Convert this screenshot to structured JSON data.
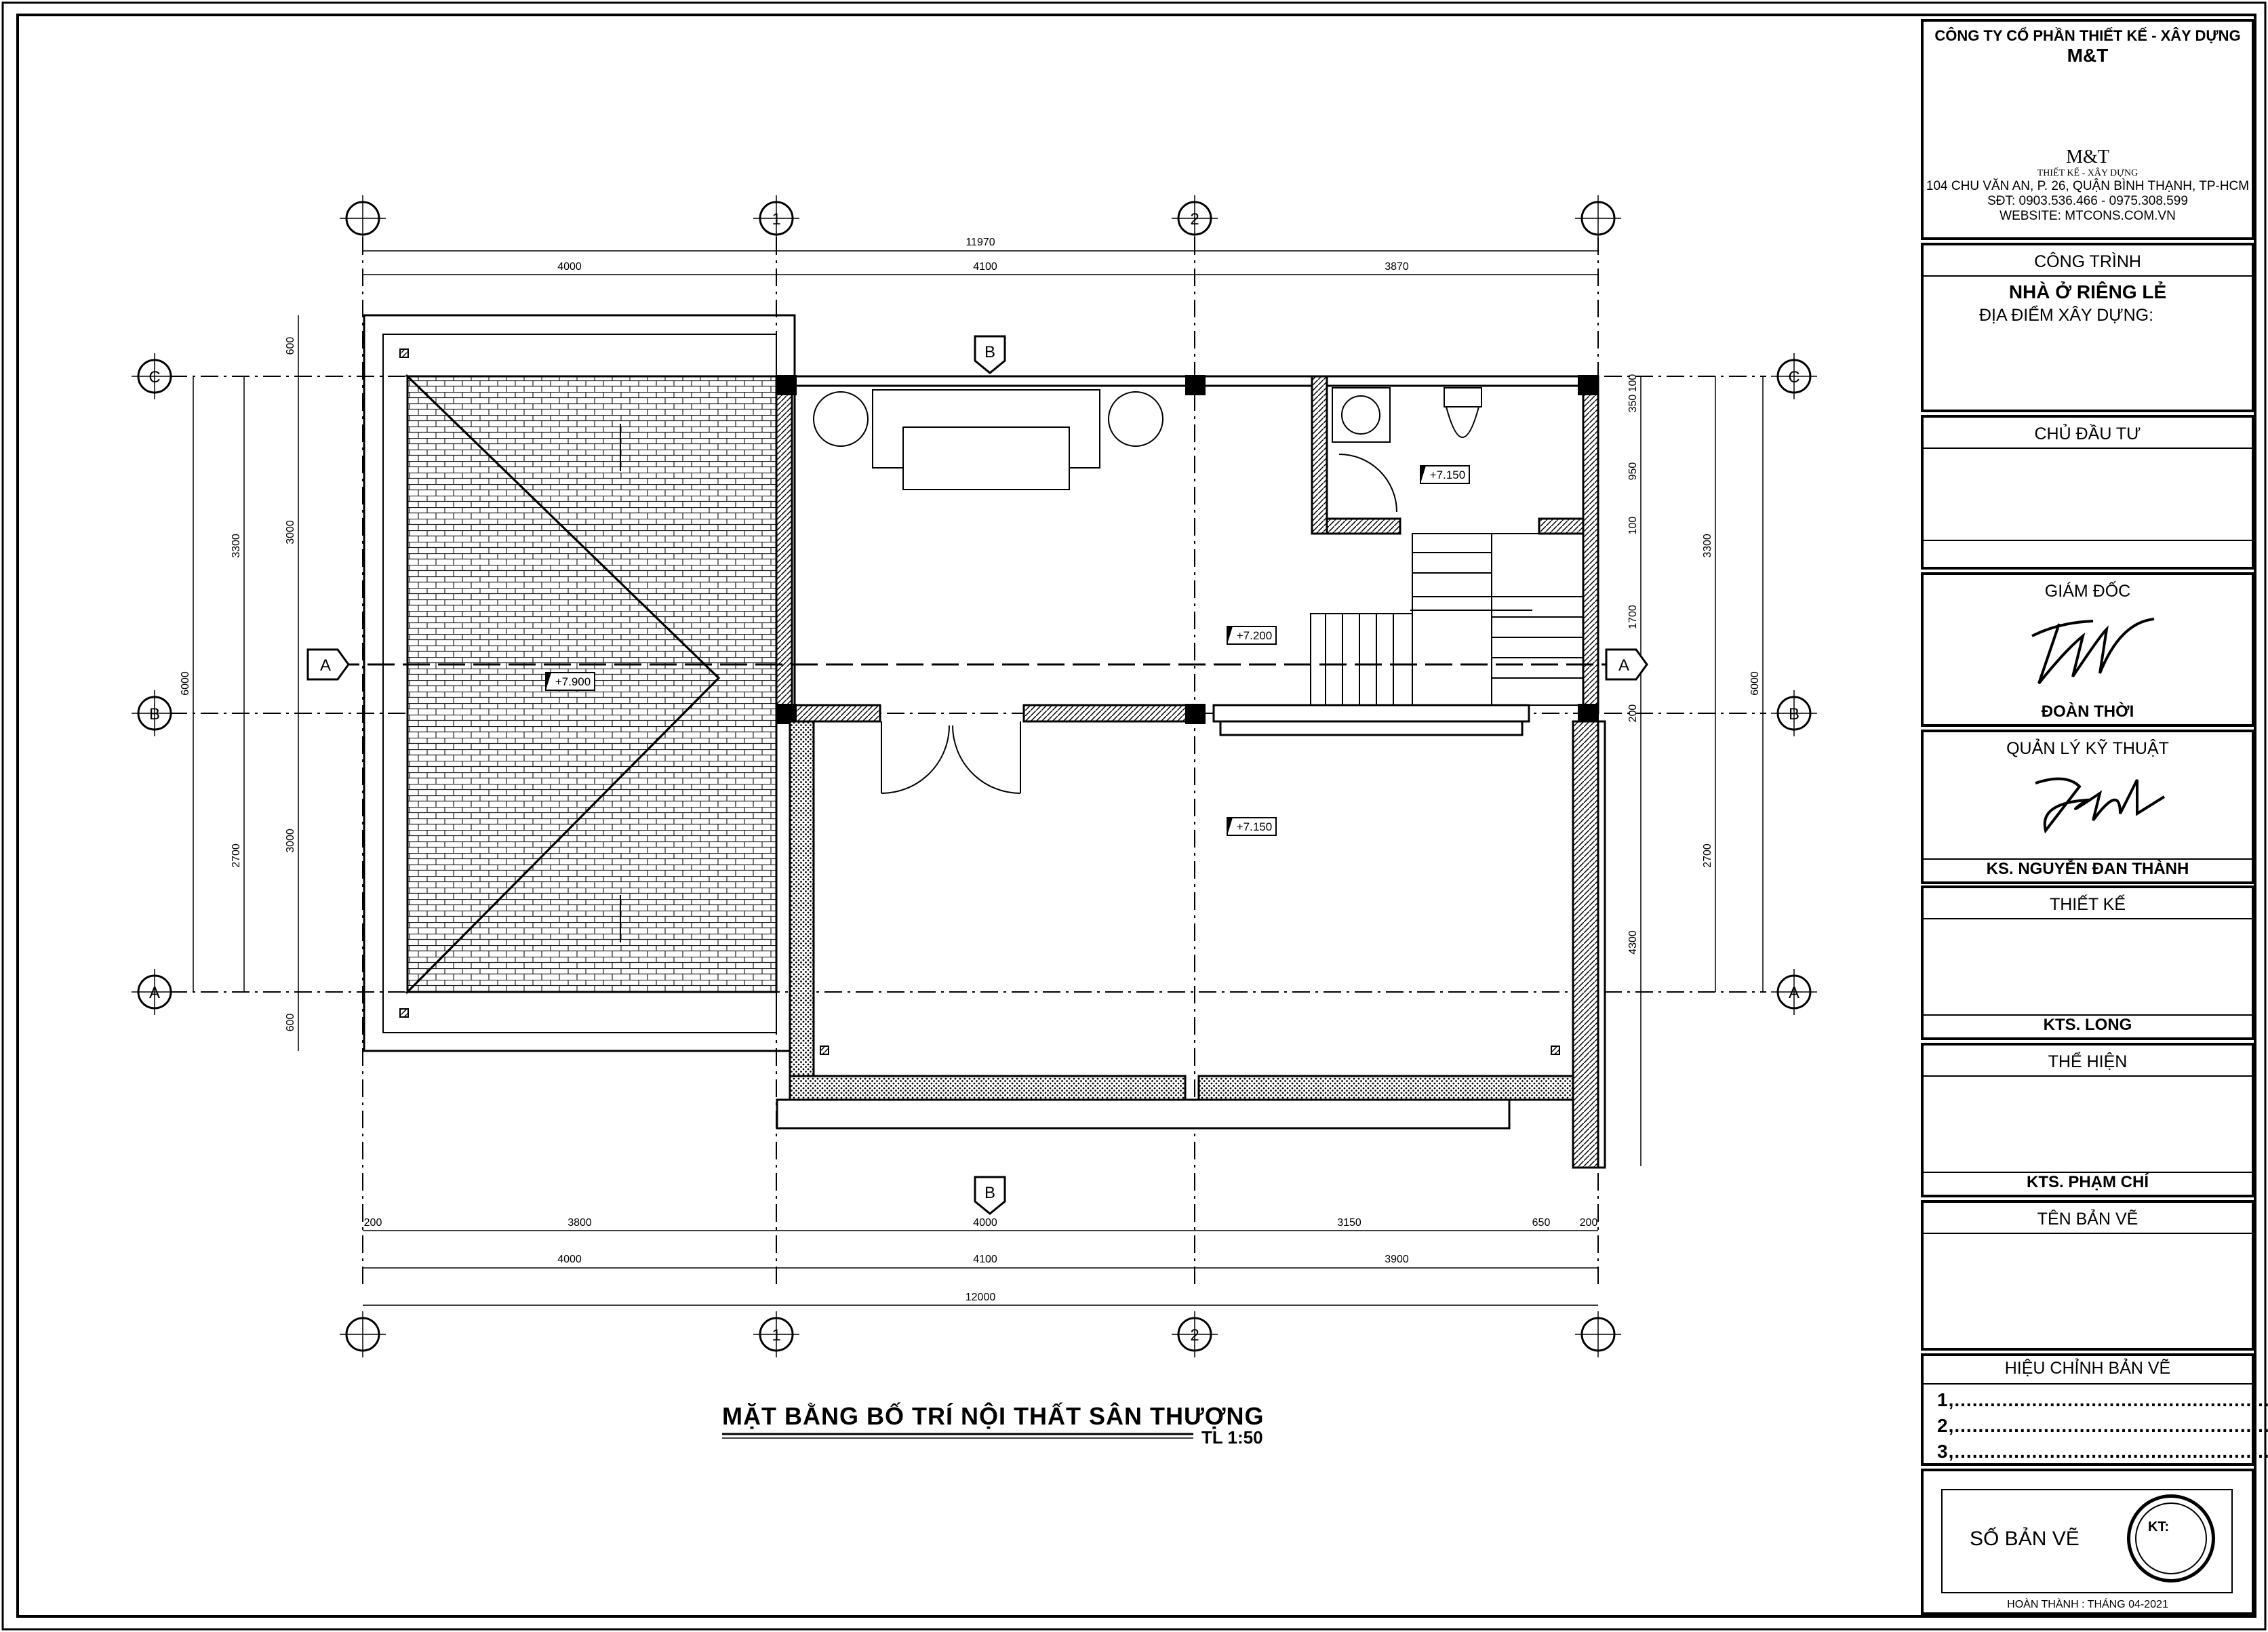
{
  "company": {
    "name": "CÔNG TY CỔ PHẦN THIẾT KẾ - XÂY DỰNG",
    "short": "M&T",
    "logo_text": "M&T",
    "logo_sub": "THIẾT KẾ - XÂY DỰNG",
    "address": "104 CHU VĂN AN, P. 26, QUẬN BÌNH THẠNH, TP-HCM",
    "phone": "SĐT: 0903.536.466 - 0975.308.599",
    "website": "WEBSITE: MTCONS.COM.VN"
  },
  "project": {
    "header": "CÔNG TRÌNH",
    "name": "NHÀ Ở RIÊNG LẺ",
    "location_label": "ĐỊA ĐIỂM XÂY DỰNG:"
  },
  "owner": {
    "header": "CHỦ ĐẦU TƯ"
  },
  "director": {
    "header": "GIÁM ĐỐC",
    "name": "ĐOÀN THỜI"
  },
  "tech": {
    "header": "QUẢN LÝ KỸ THUẬT",
    "name": "KS. NGUYỄN ĐAN THÀNH"
  },
  "design": {
    "header": "THIẾT KẾ",
    "name": "KTS. LONG"
  },
  "drafter": {
    "header": "THỂ HIỆN",
    "name": "KTS. PHẠM CHÍ"
  },
  "sheet_name": {
    "header": "TÊN BẢN VẼ"
  },
  "revisions": {
    "header": "HIỆU CHỈNH BẢN VẼ",
    "lines": [
      "1,.......................................................",
      "2,.......................................................",
      "3,......................................................."
    ]
  },
  "sheet_number": {
    "label": "SỐ BẢN VẼ",
    "stamp": "KT:",
    "completed": "HOÀN THÀNH :  THÁNG 04-2021"
  },
  "drawing": {
    "title": "MẶT BẰNG BỐ TRÍ NỘI THẤT SÂN THƯỢNG",
    "scale": "TL 1:50",
    "top_total": "11970",
    "top_spans": [
      "4000",
      "4100",
      "3870"
    ],
    "bottom_detail": [
      "200",
      "3800",
      "4000",
      "3150",
      "650",
      "200"
    ],
    "bottom_spans": [
      "4000",
      "4100",
      "3900"
    ],
    "bottom_total": "12000",
    "left_dims_outer": [
      "6000"
    ],
    "left_dims_mid": [
      "3300",
      "2700"
    ],
    "left_dims_inner": [
      "600",
      "3000",
      "3000",
      "600"
    ],
    "right_dims_outer": [
      "6000"
    ],
    "right_dims_mid": [
      "3300",
      "2700"
    ],
    "right_dims_inner": [
      "350",
      "100",
      "950",
      "100",
      "1700",
      "200",
      "4300"
    ],
    "levels": [
      "+7.900",
      "+7.150",
      "+7.200",
      "+7.150"
    ],
    "grid_cols": [
      "1",
      "2"
    ],
    "grid_rows": [
      "C",
      "B",
      "A"
    ],
    "sections": [
      "A",
      "B"
    ]
  }
}
